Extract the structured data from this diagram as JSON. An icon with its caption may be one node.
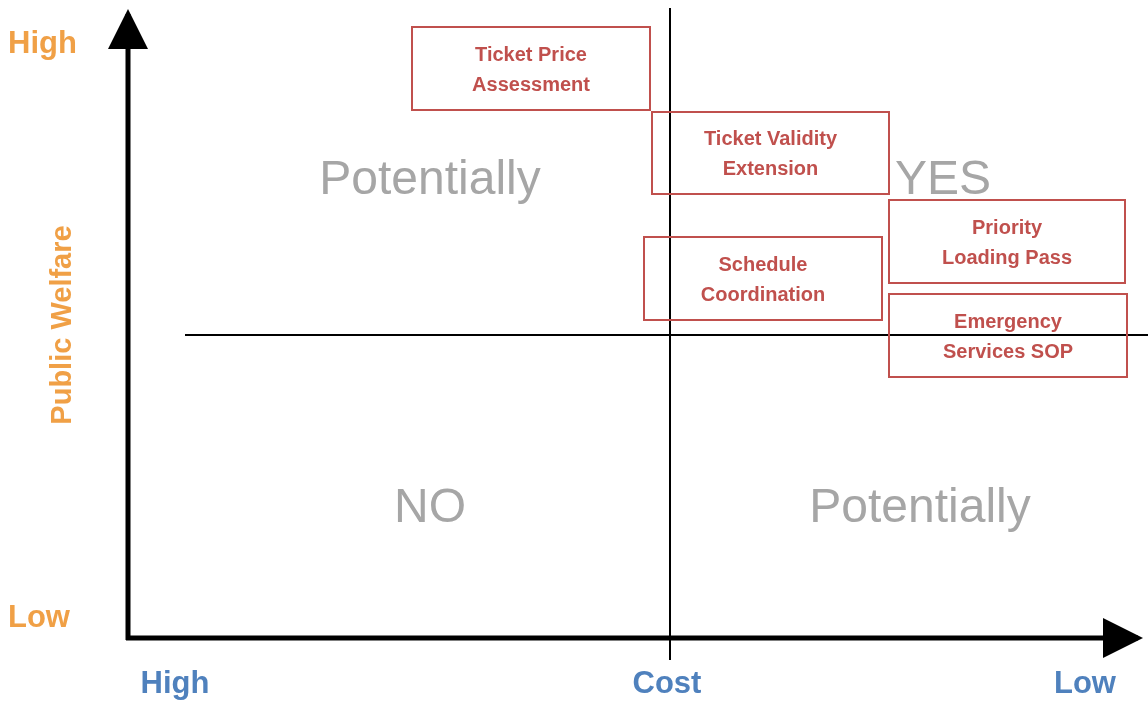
{
  "diagram": {
    "nodes": [
      {
        "text": [
          "Ticket Price Assessment"
        ]
      },
      {
        "text": [
          "Ticket Validity Extension"
        ]
      },
      {
        "text": [
          "Priority Loading Pass"
        ]
      },
      {
        "text": [
          "Schedule Coordination"
        ]
      },
      {
        "text": [
          "Emergency Services SOP"
        ]
      }
    ],
    "labels": [
      "High",
      "Potentially",
      "YES",
      "Public Welfare",
      "NO",
      "Potentially",
      "Low",
      "High",
      "Cost",
      "Low"
    ]
  }
}
